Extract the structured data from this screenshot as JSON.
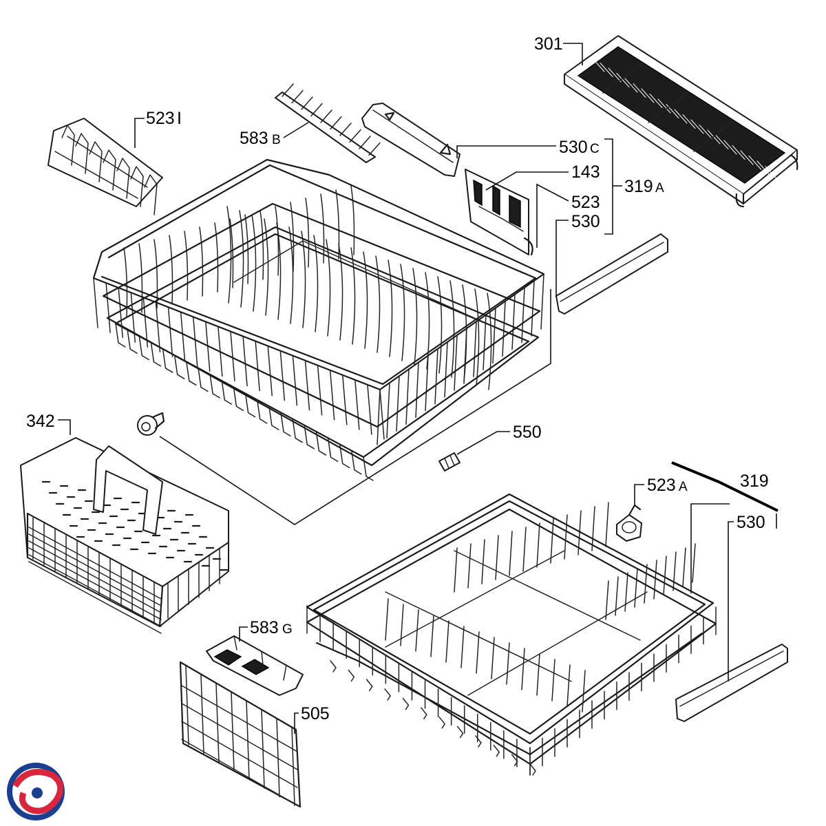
{
  "labels": {
    "p301": "301",
    "p523I": "523",
    "p523I_suffix": "I",
    "p583B": "583",
    "p583B_suffix": "B",
    "p530C": "530",
    "p530C_suffix": "C",
    "p143": "143",
    "p319A": "319",
    "p319A_suffix": "A",
    "p523": "523",
    "p530_top": "530",
    "p342": "342",
    "p550": "550",
    "p523A": "523",
    "p523A_suffix": "A",
    "p319": "319",
    "p530_bottom": "530",
    "p583G": "583",
    "p583G_suffix": "G",
    "p505": "505"
  },
  "colors": {
    "line": "#1a1a1a",
    "logo_red": "#d7263d",
    "logo_blue": "#1b3f8f"
  }
}
